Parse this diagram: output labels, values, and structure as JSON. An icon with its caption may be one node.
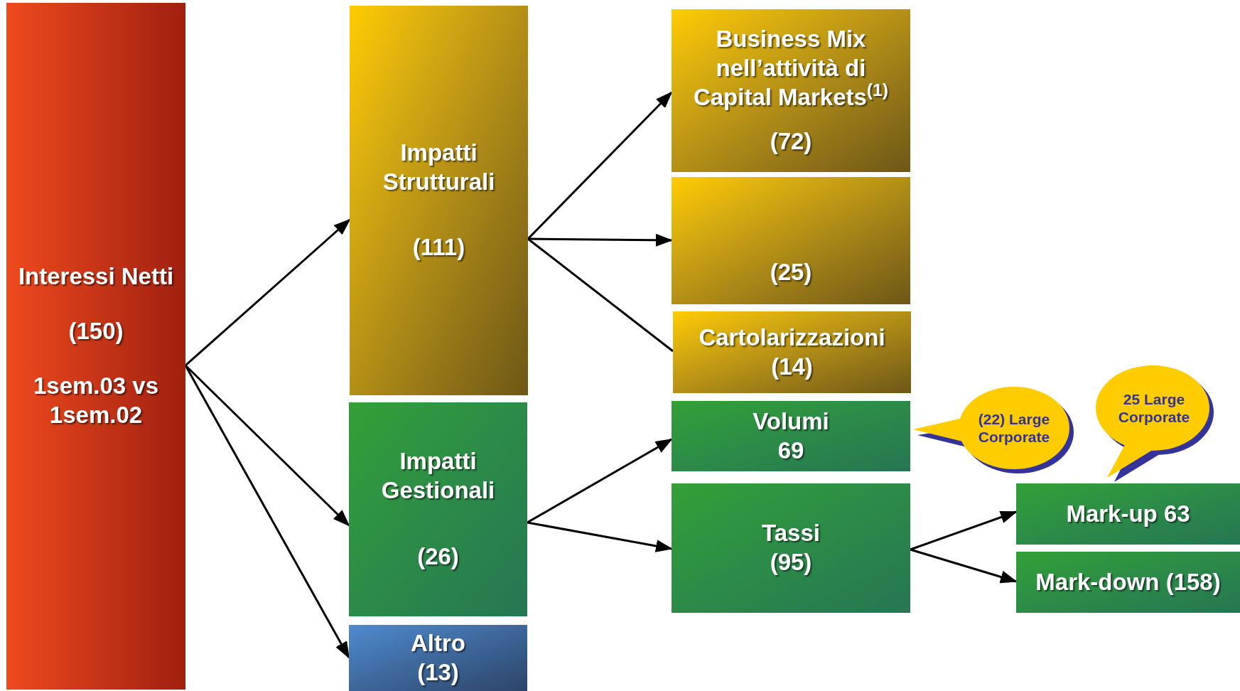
{
  "diagram": {
    "nodes": [
      {
        "text": [
          "Interessi Netti",
          "(150)",
          "1sem.03 vs 1sem.02"
        ]
      },
      {
        "text": [
          "Impatti Strutturali",
          "(111)"
        ]
      },
      {
        "text": [
          "Business Mix nell’attività di Capital Markets$^{(1)}$",
          "(72)"
        ]
      },
      {
        "text": [
          "(25)"
        ]
      },
      {
        "text": [
          "Cartolarizzazioni",
          "(14)"
        ]
      },
      {
        "text": [
          "Impatti Gestionali",
          "(26)"
        ]
      },
      {
        "text": [
          "Altro",
          "(13)"
        ]
      },
      {
        "text": [
          "Volumi",
          "69"
        ]
      },
      {
        "text": [
          "Tassi",
          "(95)"
        ]
      },
      {
        "text": [
          "Mark-up 63"
        ]
      },
      {
        "text": [
          "Mark-down (158)"
        ]
      },
      {
        "text": [
          "(22) Large Corporate"
        ]
      },
      {
        "text": [
          "25 Large Corporate"
        ]
      }
    ],
    "edges": [
      {
        "from": 0,
        "to": 1,
        "arrow": "to"
      },
      {
        "from": 0,
        "to": 5,
        "arrow": "to"
      },
      {
        "from": 0,
        "to": 6,
        "arrow": "to"
      },
      {
        "from": 1,
        "to": 2,
        "arrow": "to"
      },
      {
        "from": 1,
        "to": 3,
        "arrow": "to"
      },
      {
        "from": 1,
        "to": 4,
        "arrow": "none"
      },
      {
        "from": 5,
        "to": 7,
        "arrow": "to"
      },
      {
        "from": 5,
        "to": 8,
        "arrow": "to"
      },
      {
        "from": 8,
        "to": 9,
        "arrow": "to"
      },
      {
        "from": 8,
        "to": 10,
        "arrow": "to"
      }
    ]
  }
}
